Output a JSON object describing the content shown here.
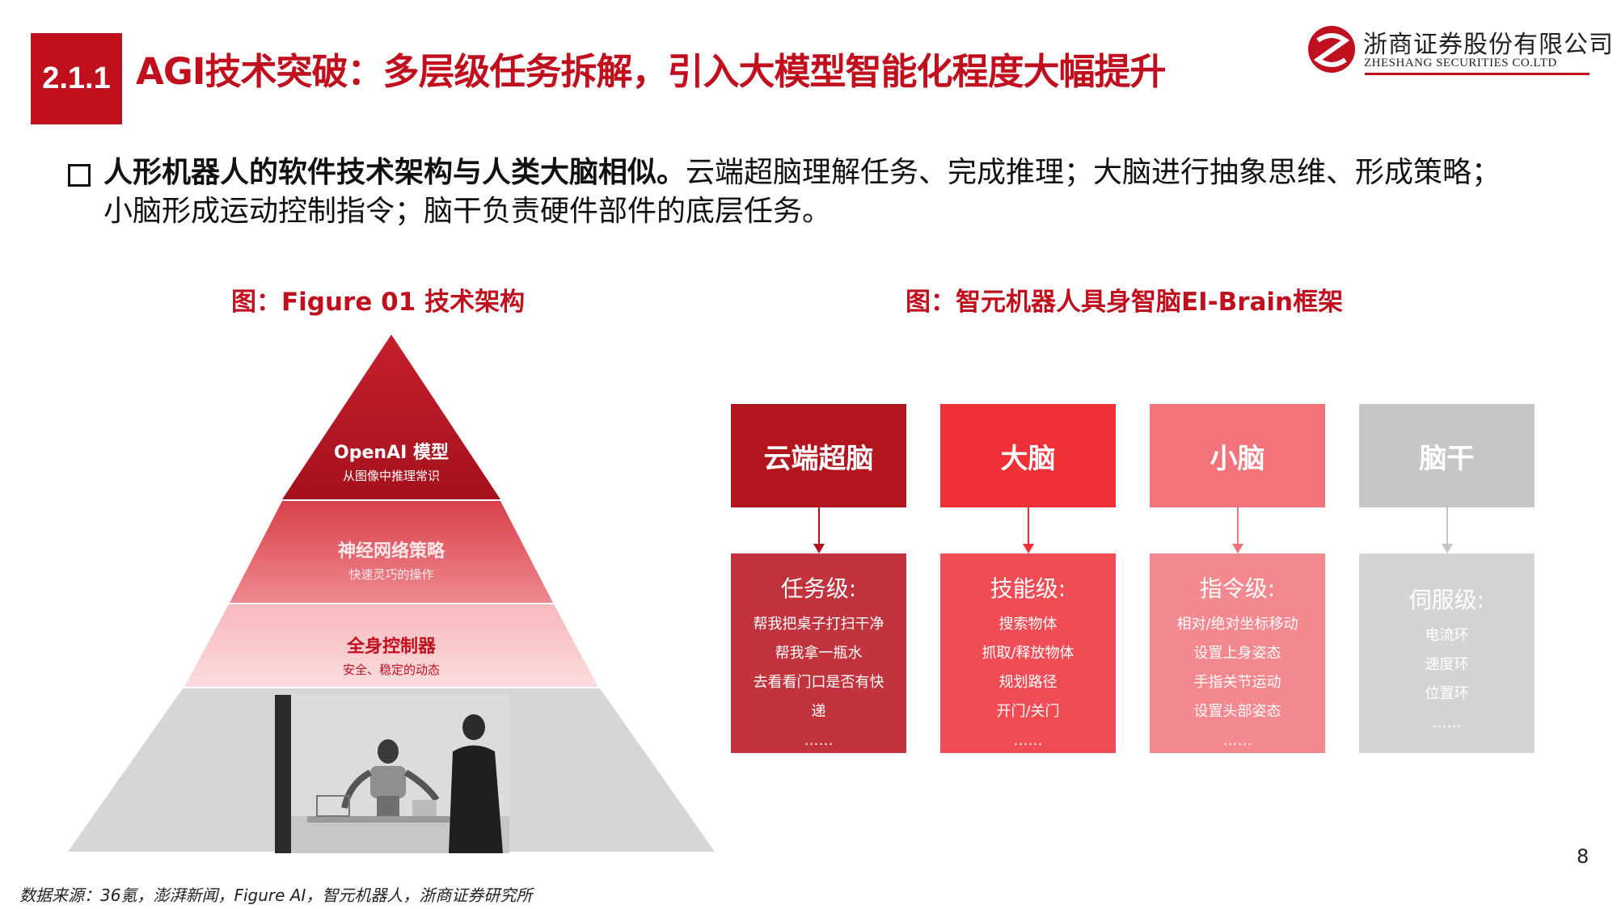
{
  "header": {
    "section_number": "2.1.1",
    "title": "AGI技术突破：多层级任务拆解，引入大模型智能化程度大幅提升",
    "logo_cn": "浙商证券股份有限公司",
    "logo_en": "ZHESHANG SECURITIES CO.LTD"
  },
  "bullet": {
    "bold_text": "人形机器人的软件技术架构与人类大脑相似。",
    "line1_rest": "云端超脑理解任务、完成推理；大脑进行抽象思维、形成策略；",
    "line2": "小脑形成运动控制指令；脑干负责硬件部件的底层任务。"
  },
  "figure_left": {
    "title": "图：Figure 01 技术架构",
    "layers": [
      {
        "main": "OpenAI 模型",
        "sub": "从图像中推理常识",
        "color": "#b3151f"
      },
      {
        "main": "神经网络策略",
        "sub": "快速灵巧的操作",
        "color": "#e15b66"
      },
      {
        "main": "全身控制器",
        "sub": "安全、稳定的动态",
        "color": "#f7c5c9"
      }
    ],
    "base_color": "#d9d9d9"
  },
  "figure_right": {
    "title": "图：智元机器人具身智脑EI-Brain框架",
    "columns": [
      {
        "top": "云端超脑",
        "level": "任务级:",
        "items": [
          "帮我把桌子打扫干净",
          "帮我拿一瓶水",
          "去看看门口是否有快",
          "递",
          "……"
        ],
        "top_color": "#b3151f",
        "box_color": "#c1343e"
      },
      {
        "top": "大脑",
        "level": "技能级:",
        "items": [
          "搜索物体",
          "抓取/释放物体",
          "规划路径",
          "开门/关门",
          "……"
        ],
        "top_color": "#ee3038",
        "box_color": "#f04c55"
      },
      {
        "top": "小脑",
        "level": "指令级:",
        "items": [
          "相对/绝对坐标移动",
          "设置上身姿态",
          "手指关节运动",
          "设置头部姿态",
          "……"
        ],
        "top_color": "#f2737a",
        "box_color": "#f3888f"
      },
      {
        "top": "脑干",
        "level": "伺服级:",
        "items": [
          "电流环",
          "速度环",
          "位置环",
          "……"
        ],
        "top_color": "#c6c6c6",
        "box_color": "#d4d4d4"
      }
    ]
  },
  "footer": {
    "page_number": "8",
    "source": "数据来源：36氪，澎湃新闻，Figure AI，智元机器人，浙商证券研究所"
  },
  "colors": {
    "brand_red": "#c0101e"
  }
}
